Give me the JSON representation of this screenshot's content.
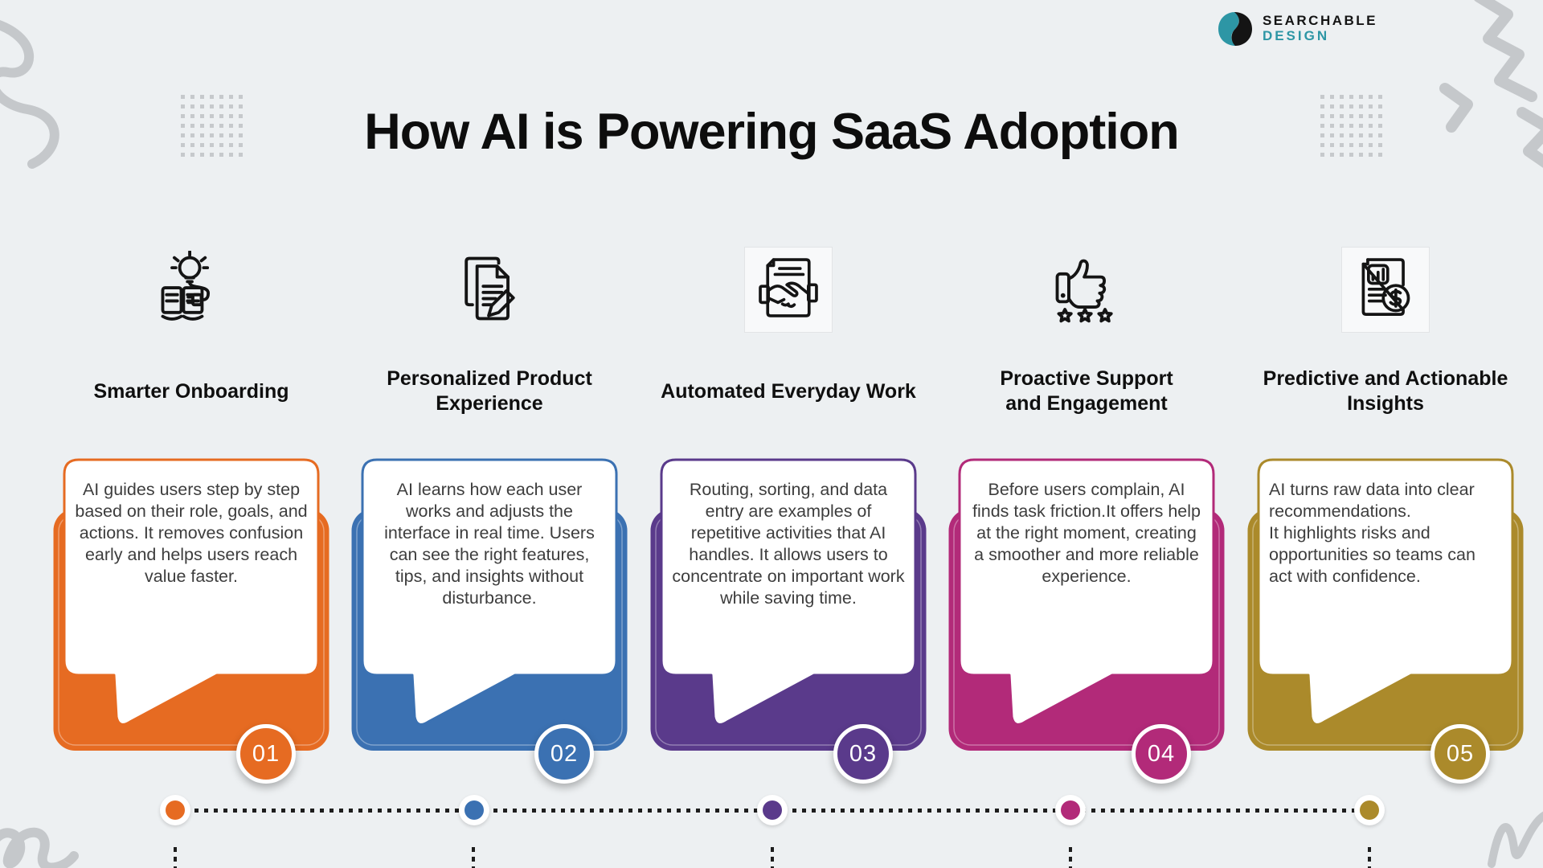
{
  "brand": {
    "name_top": "SEARCHABLE",
    "name_bottom": "DESIGN",
    "accent": "#2d96a5",
    "logo_icon": "yin-yang-s-logo-icon"
  },
  "title": "How AI is Powering SaaS Adoption",
  "steps": [
    {
      "number": "01",
      "heading": "Smarter Onboarding",
      "icon": "book-lightbulb-plug-icon",
      "color": "#e66b22",
      "text": "AI guides users step by step based on their role, goals, and actions. It removes confusion early and helps users reach value faster."
    },
    {
      "number": "02",
      "heading": "Personalized Product\nExperience",
      "icon": "document-edit-icon",
      "color": "#3b71b2",
      "text": "AI learns how each user works and adjusts the interface in real time. Users can see the right features, tips, and insights without disturbance."
    },
    {
      "number": "03",
      "heading": "Automated Everyday Work",
      "icon": "handshake-document-icon",
      "color": "#5a3a8b",
      "text": "Routing, sorting, and data entry are examples of repetitive activities that AI handles. It allows users to concentrate on important work while saving time."
    },
    {
      "number": "04",
      "heading": "Proactive Support\nand Engagement",
      "icon": "thumbs-up-stars-icon",
      "color": "#b22a79",
      "text": "Before users complain, AI finds task friction.It offers help at the right moment, creating a smoother and more reliable experience."
    },
    {
      "number": "05",
      "heading": "Predictive and Actionable\nInsights",
      "icon": "chart-dollar-document-icon",
      "color": "#ab8a2b",
      "text": "AI turns raw data into clear recommendations.\nIt highlights risks and opportunities so teams can act with confidence."
    }
  ]
}
